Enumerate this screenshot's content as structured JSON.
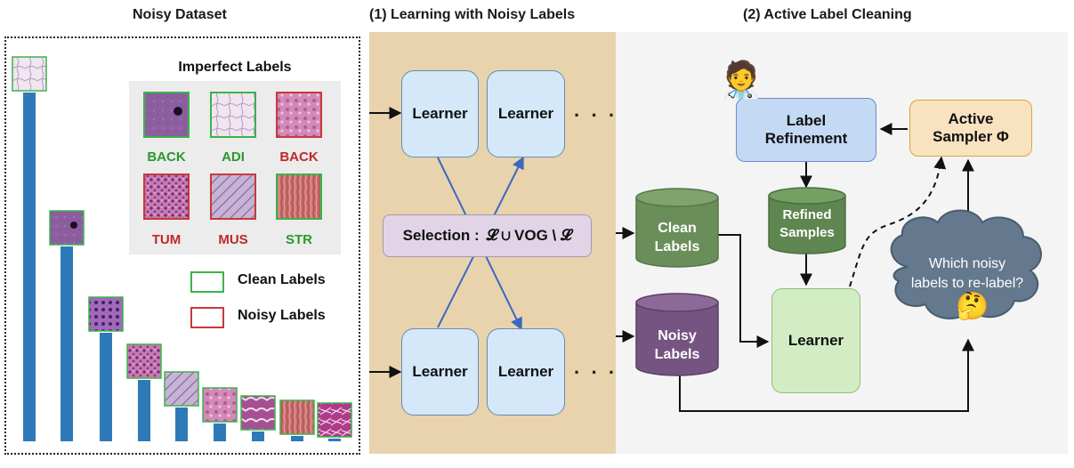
{
  "titles": {
    "noisy_dataset": "Noisy Dataset",
    "learning": "(1) Learning with Noisy Labels",
    "cleaning": "(2) Active Label Cleaning"
  },
  "imperfect": {
    "title": "Imperfect Labels",
    "samples": [
      {
        "label": "BACK",
        "status": "clean"
      },
      {
        "label": "ADI",
        "status": "clean"
      },
      {
        "label": "BACK",
        "status": "noisy"
      },
      {
        "label": "TUM",
        "status": "noisy"
      },
      {
        "label": "MUS",
        "status": "noisy"
      },
      {
        "label": "STR",
        "status": "clean"
      }
    ]
  },
  "legend": {
    "clean": "Clean Labels",
    "noisy": "Noisy  Labels"
  },
  "distribution": {
    "values": [
      392,
      219,
      122,
      69,
      38,
      20,
      11,
      6,
      3
    ],
    "max": 392
  },
  "learning": {
    "learner": "Learner",
    "ellipsis": "· · ·",
    "selection_prefix": "Selection :",
    "selection_formula": "𝓛 ∪ VOG \\ 𝓛"
  },
  "cleaning": {
    "clean_labels": [
      "Clean",
      "Labels"
    ],
    "noisy_labels": [
      "Noisy",
      "Labels"
    ],
    "refined_samples": [
      "Refined",
      "Samples"
    ],
    "label_refinement": [
      "Label",
      "Refinement"
    ],
    "active_sampler": [
      "Active",
      "Sampler Φ"
    ],
    "learner": "Learner",
    "question": [
      "Which noisy",
      "labels to re-label?"
    ],
    "doctor_emoji": "🧑‍⚕️",
    "thinking_emoji": "🤔"
  },
  "colors": {
    "bar": "#2e7ab8",
    "clean_border": "#3bb34a",
    "noisy_border": "#c73a3a",
    "cross_arrow": "#3b68c4",
    "clean_cyl": "#6a8e5a",
    "noisy_cyl": "#765482",
    "refined_cyl": "#5d8650",
    "cloud": "#64798d"
  }
}
